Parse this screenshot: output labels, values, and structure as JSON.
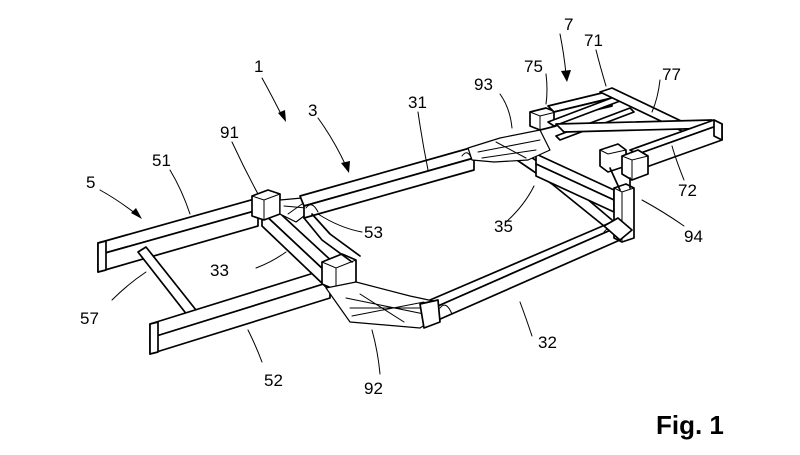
{
  "figure": {
    "caption": "Fig. 1",
    "reference_numerals": {
      "vehicle_frame": "1",
      "center_frame": "3",
      "front_frame": "5",
      "rear_frame": "7",
      "rail_31": "31",
      "rail_32": "32",
      "cross_33": "33",
      "cross_35": "35",
      "beam_51": "51",
      "beam_52": "52",
      "node_53": "53",
      "cross_57": "57",
      "beam_71": "71",
      "beam_72": "72",
      "cross_75": "75",
      "cross_77": "77",
      "node_91": "91",
      "node_92": "92",
      "node_93": "93",
      "node_94": "94"
    }
  }
}
